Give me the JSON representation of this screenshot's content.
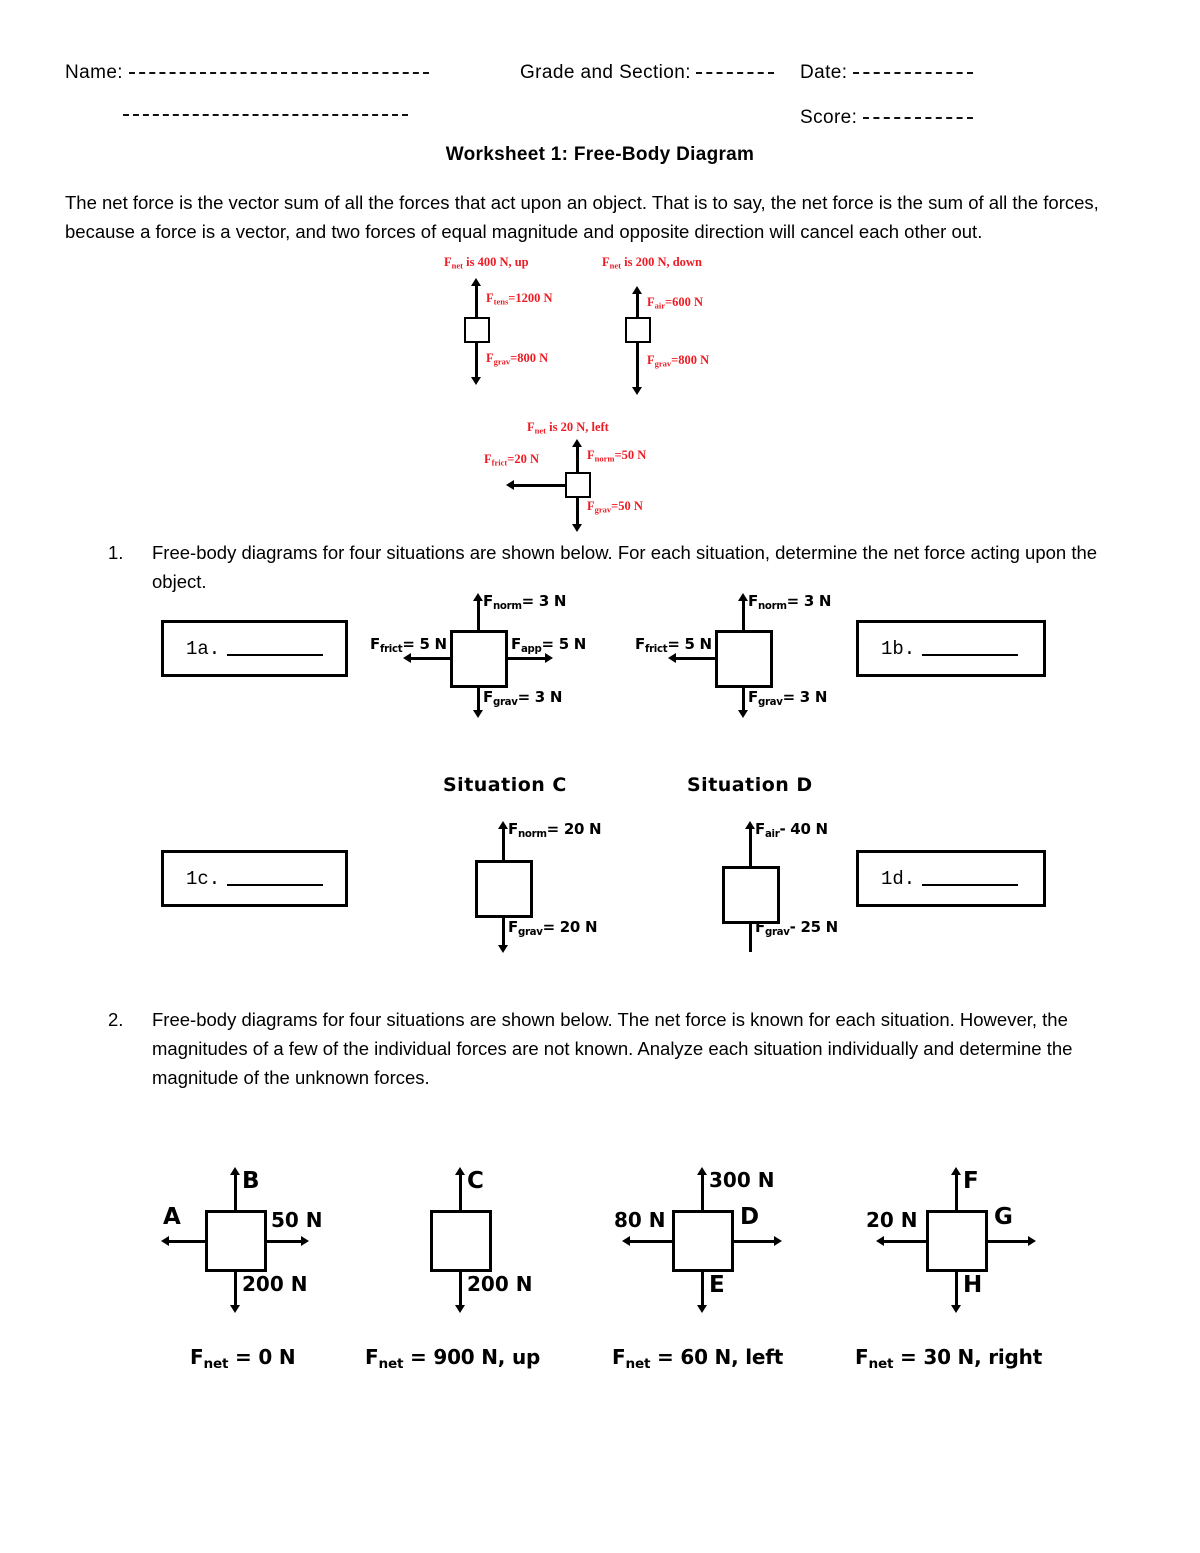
{
  "header": {
    "name_label": "Name:",
    "grade_label": "Grade and Section:",
    "date_label": "Date:",
    "score_label": "Score:"
  },
  "worksheet_title": "Worksheet 1: Free-Body Diagram",
  "intro_paragraph": "The net force is the vector sum of all the forces that act upon an object. That is to say, the net force is the sum of all the forces, because a force is a vector, and two forces of equal magnitude and opposite direction will cancel each other out.",
  "example_diagrams": [
    {
      "net_force_text": "F",
      "net_force_sub": "net",
      "net_force_rest": " is 400 N, up",
      "up_label": "F",
      "up_sub": "tens",
      "up_value": "=1200 N",
      "down_label": "F",
      "down_sub": "grav",
      "down_value": "=800 N"
    },
    {
      "net_force_text": "F",
      "net_force_sub": "net",
      "net_force_rest": " is 200 N, down",
      "up_label": "F",
      "up_sub": "air",
      "up_value": "=600 N",
      "down_label": "F",
      "down_sub": "grav",
      "down_value": "=800 N"
    },
    {
      "net_force_text": "F",
      "net_force_sub": "net",
      "net_force_rest": " is 20 N, left",
      "up_label": "F",
      "up_sub": "norm",
      "up_value": "=50 N",
      "down_label": "F",
      "down_sub": "grav",
      "down_value": "=50 N",
      "left_label": "F",
      "left_sub": "frict",
      "left_value": "=20 N"
    }
  ],
  "question1": {
    "number": "1.",
    "text": "Free-body diagrams for four situations are shown below. For each situation, determine the net force acting upon the object.",
    "answer_boxes": [
      {
        "label": "1a."
      },
      {
        "label": "1b."
      },
      {
        "label": "1c."
      },
      {
        "label": "1d."
      }
    ],
    "situation_titles": {
      "c": "Situation C",
      "d": "Situation D"
    },
    "situation_a": {
      "norm": "F",
      "norm_sub": "norm",
      "norm_val": "= 3 N",
      "frict": "F",
      "frict_sub": "frict",
      "frict_val": "= 5 N",
      "app": "F",
      "app_sub": "app",
      "app_val": "= 5 N",
      "grav": "F",
      "grav_sub": "grav",
      "grav_val": "= 3 N"
    },
    "situation_b": {
      "norm": "F",
      "norm_sub": "norm",
      "norm_val": "= 3 N",
      "frict": "F",
      "frict_sub": "frict",
      "frict_val": "= 5 N",
      "grav": "F",
      "grav_sub": "grav",
      "grav_val": "= 3 N"
    },
    "situation_c": {
      "norm": "F",
      "norm_sub": "norm",
      "norm_val": "= 20 N",
      "grav": "F",
      "grav_sub": "grav",
      "grav_val": "= 20 N"
    },
    "situation_d": {
      "air": "F",
      "air_sub": "air",
      "air_val": "- 40 N",
      "grav": "F",
      "grav_sub": "grav",
      "grav_val": "- 25 N"
    }
  },
  "question2": {
    "number": "2.",
    "text": "Free-body diagrams for four situations are shown below. The net force is known for each situation. However, the magnitudes of a few of the individual forces are not known. Analyze each situation individually and determine the magnitude of the unknown forces.",
    "diagrams": [
      {
        "up": "B",
        "left": "A",
        "right": "50 N",
        "down": "200 N",
        "fnet_f": "F",
        "fnet_sub": "net",
        "fnet_rest": " = 0 N"
      },
      {
        "up": "C",
        "down": "200 N",
        "fnet_f": "F",
        "fnet_sub": "net",
        "fnet_rest": " = 900 N, up"
      },
      {
        "up": "300 N",
        "left": "80 N",
        "right": "D",
        "down": "E",
        "fnet_f": "F",
        "fnet_sub": "net",
        "fnet_rest": " = 60 N, left"
      },
      {
        "up": "F",
        "left": "20 N",
        "right": "G",
        "down": "H",
        "fnet_f": "F",
        "fnet_sub": "net",
        "fnet_rest": " = 30 N, right"
      }
    ]
  },
  "colors": {
    "red_accent": "#ee1b24",
    "ink": "#000000",
    "paper": "#ffffff"
  }
}
